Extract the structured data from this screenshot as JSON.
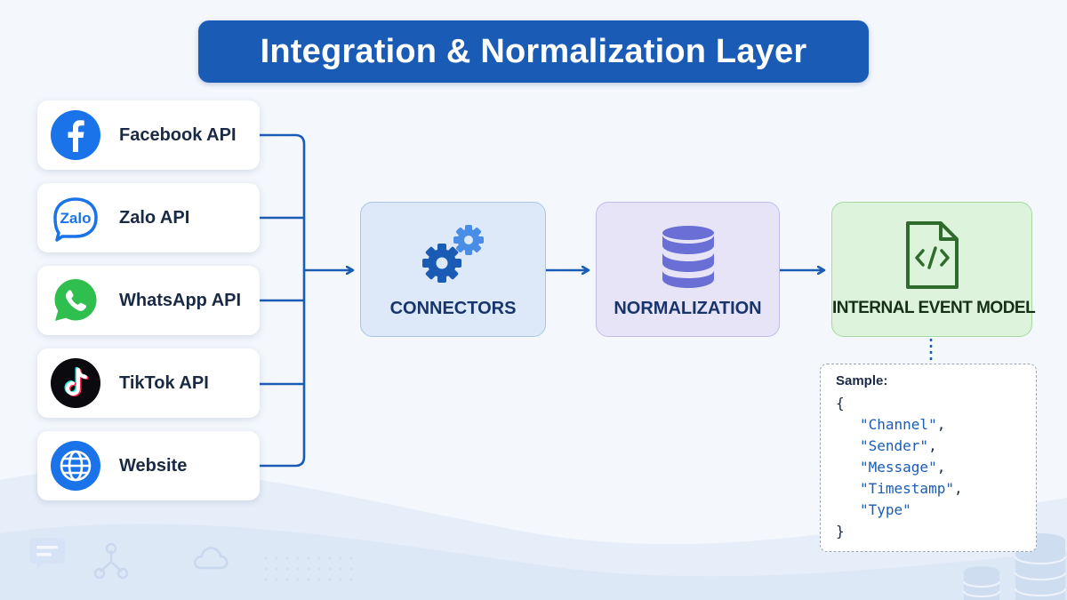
{
  "title": "Integration & Normalization Layer",
  "sources": [
    {
      "label": "Facebook API",
      "icon": "facebook-icon"
    },
    {
      "label": "Zalo API",
      "icon": "zalo-icon",
      "icon_text": "Zalo"
    },
    {
      "label": "WhatsApp API",
      "icon": "whatsapp-icon"
    },
    {
      "label": "TikTok API",
      "icon": "tiktok-icon"
    },
    {
      "label": "Website",
      "icon": "globe-icon"
    }
  ],
  "stages": [
    {
      "label": "CONNECTORS",
      "icon": "gears-icon"
    },
    {
      "label": "NORMALIZATION",
      "icon": "database-icon"
    },
    {
      "label": "INTERNAL EVENT MODEL",
      "icon": "code-file-icon"
    }
  ],
  "sample": {
    "title": "Sample:",
    "open_brace": "{",
    "fields": [
      "\"Channel\"",
      "\"Sender\"",
      "\"Message\"",
      "\"Timestamp\"",
      "\"Type\""
    ],
    "close_brace": "}"
  },
  "colors": {
    "primary": "#1a5cb5",
    "connectors_box": "#dde9f8",
    "normalization_box": "#e7e4f7",
    "internal_box": "#def3dc"
  }
}
